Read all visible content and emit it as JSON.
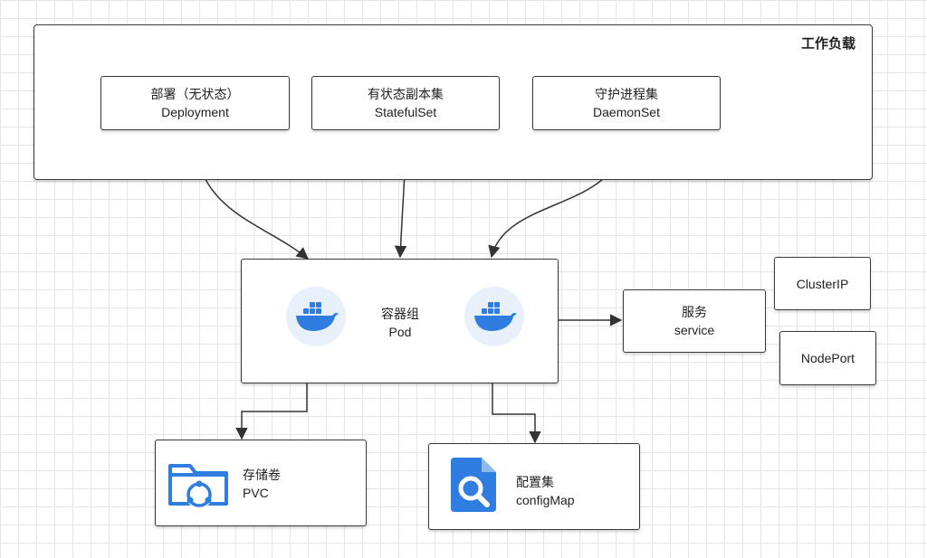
{
  "workload": {
    "title": "工作负载",
    "items": [
      {
        "name": "部署（无状态）",
        "sub": "Deployment"
      },
      {
        "name": "有状态副本集",
        "sub": "StatefulSet"
      },
      {
        "name": "守护进程集",
        "sub": "DaemonSet"
      }
    ]
  },
  "pod": {
    "name": "容器组",
    "sub": "Pod",
    "container_icon": "docker-whale-icon"
  },
  "service": {
    "name": "服务",
    "sub": "service"
  },
  "service_types": [
    "ClusterIP",
    "NodePort"
  ],
  "volume": {
    "name": "存储卷",
    "sub": "PVC",
    "icon": "folder-share-icon"
  },
  "config": {
    "name": "配置集",
    "sub": "configMap",
    "icon": "doc-search-icon"
  },
  "colors": {
    "accent": "#2f7de1",
    "accent_light": "#e8f1fb",
    "stroke": "#3a3a3a"
  }
}
